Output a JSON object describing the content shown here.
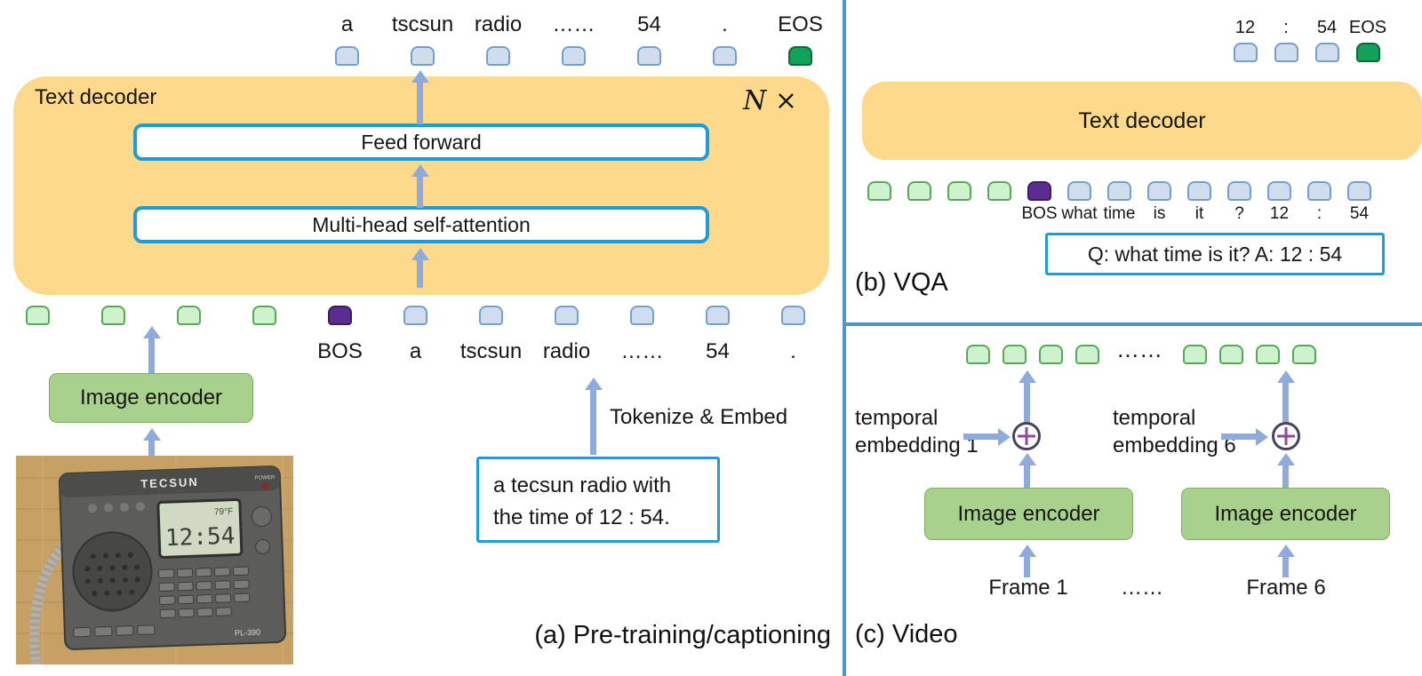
{
  "panel_a": {
    "caption": "(a) Pre-training/captioning",
    "output_labels": [
      "a",
      "tscsun",
      "radio",
      "……",
      "54",
      ".",
      "EOS"
    ],
    "output_token_types": [
      "blue",
      "blue",
      "blue",
      "blue",
      "blue",
      "blue",
      "eos"
    ],
    "decoder": {
      "label": "Text decoder",
      "repeat": "N ×",
      "feed_forward": "Feed forward",
      "self_attention": "Multi-head self-attention"
    },
    "input_token_types": [
      "green",
      "green",
      "green",
      "green",
      "purple",
      "blue",
      "blue",
      "blue",
      "blue",
      "blue",
      "blue"
    ],
    "input_labels": [
      "",
      "",
      "",
      "",
      "BOS",
      "a",
      "tscsun",
      "radio",
      "……",
      "54",
      "."
    ],
    "image_encoder": "Image encoder",
    "tokenize_label": "Tokenize & Embed",
    "sentence_lines": [
      "a tecsun radio with",
      "the time of 12 : 54."
    ]
  },
  "panel_b": {
    "caption": "(b) VQA",
    "decoder_label": "Text decoder",
    "output_labels": [
      "12",
      ":",
      "54",
      "EOS"
    ],
    "output_token_types": [
      "blue",
      "blue",
      "blue",
      "eos"
    ],
    "input_token_types": [
      "green",
      "green",
      "green",
      "green",
      "purple",
      "blue",
      "blue",
      "blue",
      "blue",
      "blue",
      "blue",
      "blue",
      "blue"
    ],
    "input_labels": [
      "",
      "",
      "",
      "",
      "BOS",
      "what",
      "time",
      "is",
      "it",
      "?",
      "12",
      ":",
      "54"
    ],
    "qa_text": "Q: what time is it? A: 12 : 54"
  },
  "panel_c": {
    "caption": "(c) Video",
    "token_types_left": [
      "green",
      "green",
      "green",
      "green"
    ],
    "token_types_right": [
      "green",
      "green",
      "green",
      "green"
    ],
    "dots": "……",
    "temporal_label_1": "temporal embedding 1",
    "temporal_label_6": "temporal embedding 6",
    "encoder_1": "Image encoder",
    "encoder_2": "Image encoder",
    "frame_1": "Frame 1",
    "frames_dots": "……",
    "frame_6": "Frame 6"
  },
  "radio_photo": {
    "brand": "TECSUN",
    "model": "PL-390",
    "power": "POWER",
    "display_time": "12:54",
    "display_temp": "79°F"
  },
  "colors": {
    "decoder_fill": "#fcd98b",
    "box_border": "#1d9cd8",
    "arrow": "#8faadc",
    "token_blue": "#cfddef",
    "token_green": "#cdf2cd",
    "token_eos": "#12a257",
    "token_bos": "#5b2d90",
    "encoder_fill": "#a9d18e",
    "divider": "#4f94d0"
  }
}
